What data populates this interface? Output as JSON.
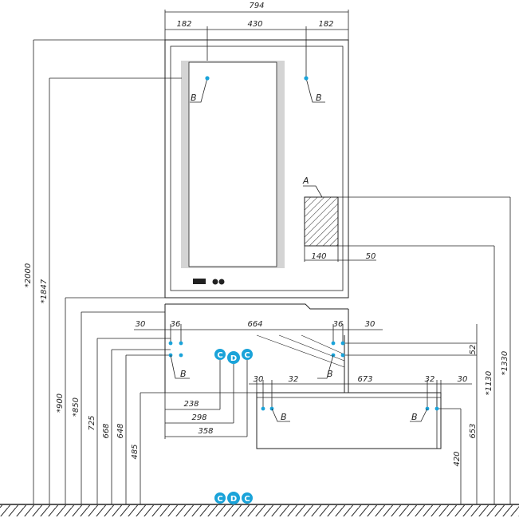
{
  "dims": {
    "top_width": "794",
    "top_left": "182",
    "top_mid": "430",
    "top_right": "182",
    "h_2000": "*2000",
    "h_1847": "*1847",
    "h_1330": "*1330",
    "h_1130": "*1130",
    "h_900": "*900",
    "h_850": "*850",
    "h_725": "725",
    "h_668": "668",
    "h_648": "648",
    "h_485": "485",
    "h_653": "653",
    "h_420": "420",
    "r_52": "52",
    "a_140": "140",
    "a_50": "50",
    "c_30l": "30",
    "c_36l": "36",
    "c_664": "664",
    "c_36r": "36",
    "c_30r": "30",
    "b_30": "30",
    "b_32": "32",
    "b_673": "673",
    "b_32r": "32",
    "b_30r": "30",
    "w_238": "238",
    "w_298": "298",
    "w_358": "358"
  },
  "labels": {
    "a": "A",
    "b": "B",
    "c": "C",
    "d": "D"
  },
  "colors": {
    "line": "#222222",
    "badge": "#1aa3d9",
    "dot": "#1aa3d9",
    "mirror_glow": "#d4d4d4"
  }
}
